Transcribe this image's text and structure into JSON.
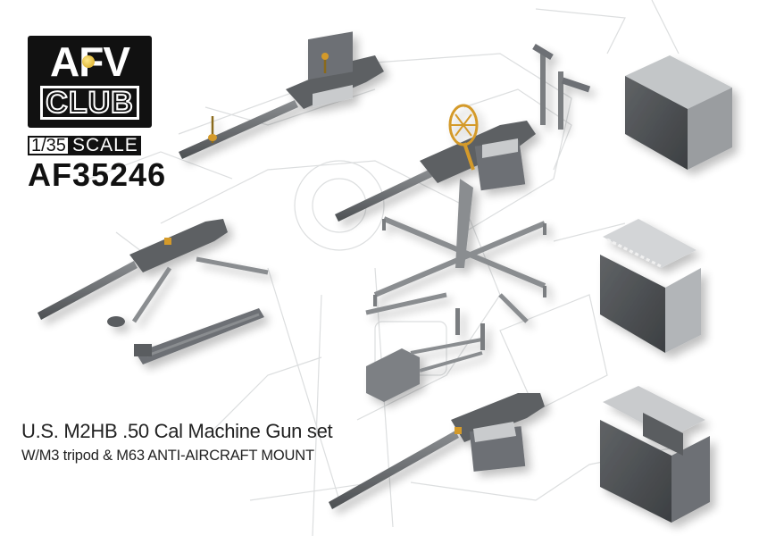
{
  "brand": {
    "logo_top": "AFV",
    "logo_bottom": "CLUB",
    "scale_fraction": "1/35",
    "scale_word": "SCALE",
    "product_code": "AF35246"
  },
  "product": {
    "title": "U.S. M2HB .50 Cal Machine Gun set",
    "subtitle": "W/M3 tripod & M63 ANTI-AIRCRAFT MOUNT"
  },
  "illustration": {
    "parts": [
      "machine-gun-top-left",
      "machine-gun-on-m63-mount",
      "ammo-can-closed",
      "machine-gun-on-m3-tripod",
      "m3-tripod-folded",
      "ammo-can-with-belt",
      "gun-cradle-mount",
      "machine-gun-bottom",
      "ammo-can-open"
    ],
    "colors": {
      "metal_dark": "#5a5d60",
      "metal_mid": "#7d8084",
      "metal_light": "#b8bbbe",
      "brass": "#d49a2a",
      "sketch_line": "#d4d6d8",
      "logo_black": "#111111"
    }
  }
}
